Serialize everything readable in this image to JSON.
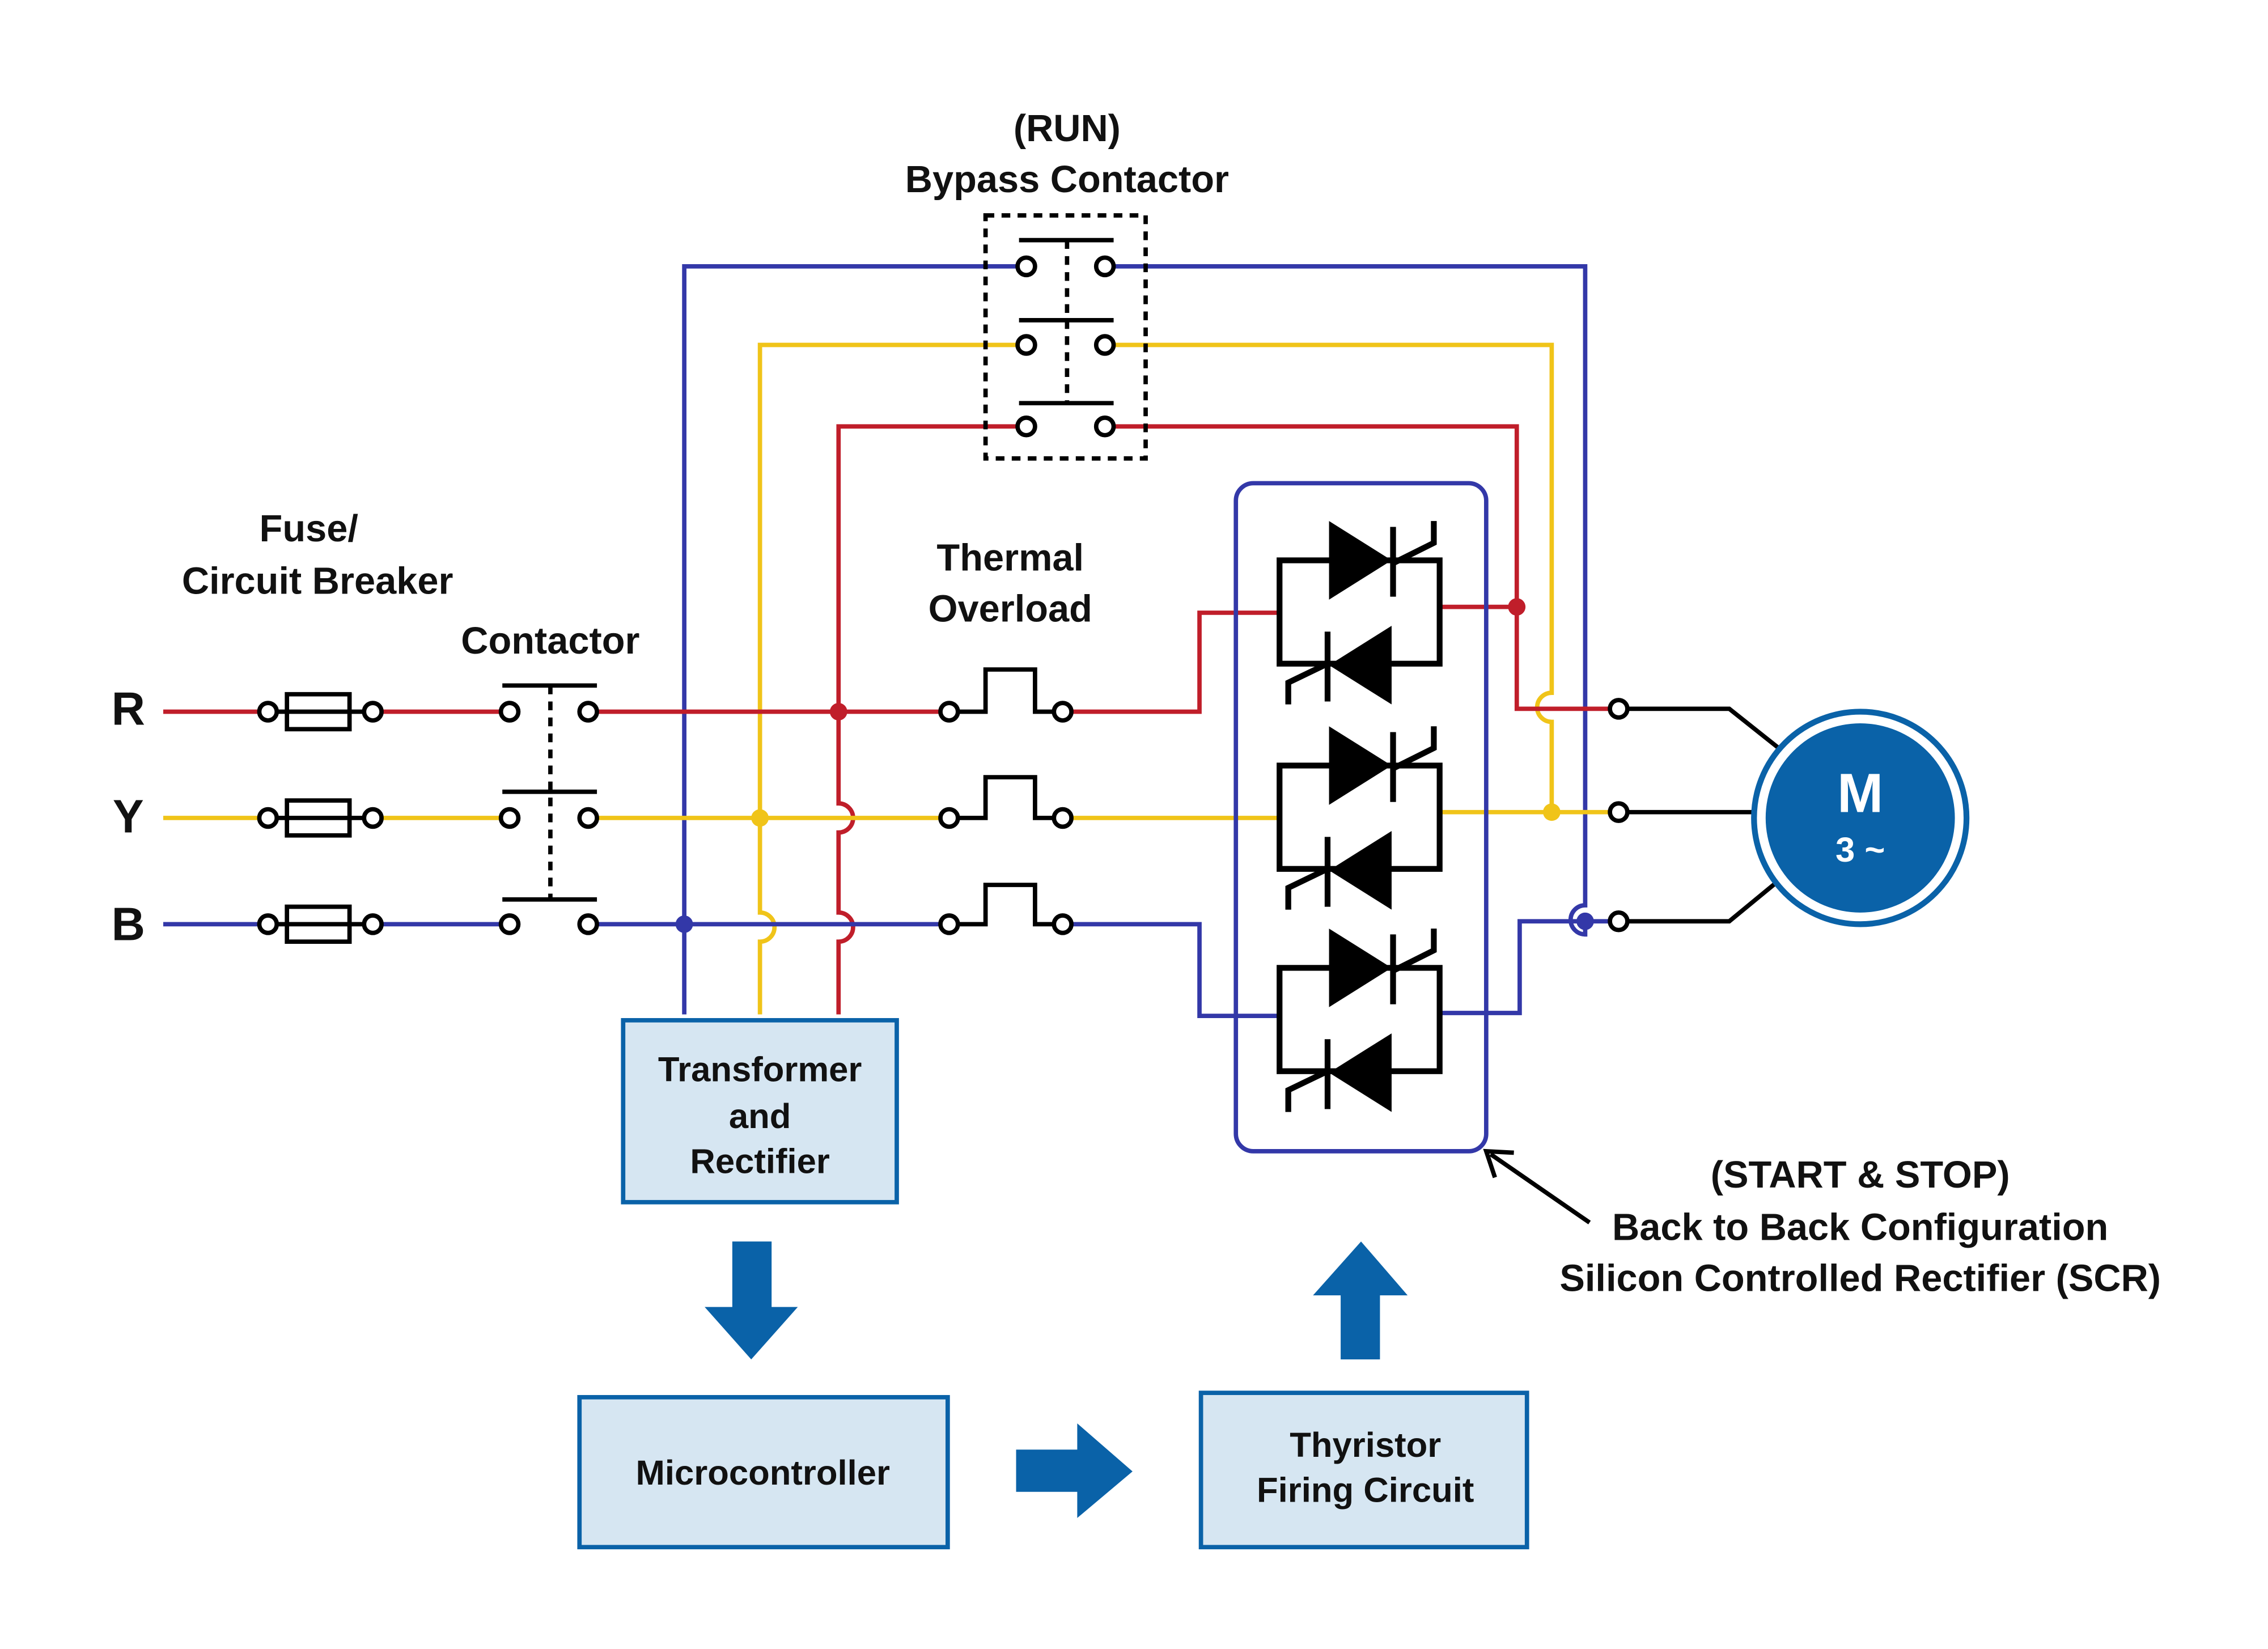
{
  "colors": {
    "phase_r": "#c01e2a",
    "phase_y": "#f0c419",
    "phase_b": "#3338a8",
    "block_fill": "#d6e6f2",
    "block_stroke": "#0a62a8",
    "motor_fill": "#0a62a8"
  },
  "phases": [
    "R",
    "Y",
    "B"
  ],
  "labels": {
    "bypass_title_1": "(RUN)",
    "bypass_title_2": "Bypass Contactor",
    "fuse_1": "Fuse/",
    "fuse_2": "Circuit Breaker",
    "contactor": "Contactor",
    "thermal_1": "Thermal",
    "thermal_2": "Overload",
    "scr_1": "(START & STOP)",
    "scr_2": "Back to Back  Configuration",
    "scr_3": "Silicon Controlled Rectifier (SCR)"
  },
  "motor": {
    "symbol": "M",
    "phase_label": "3 ~"
  },
  "blocks": {
    "transformer": [
      "Transformer",
      "and",
      "Rectifier"
    ],
    "microcontroller": "Microcontroller",
    "firing": [
      "Thyristor",
      "Firing Circuit"
    ]
  }
}
